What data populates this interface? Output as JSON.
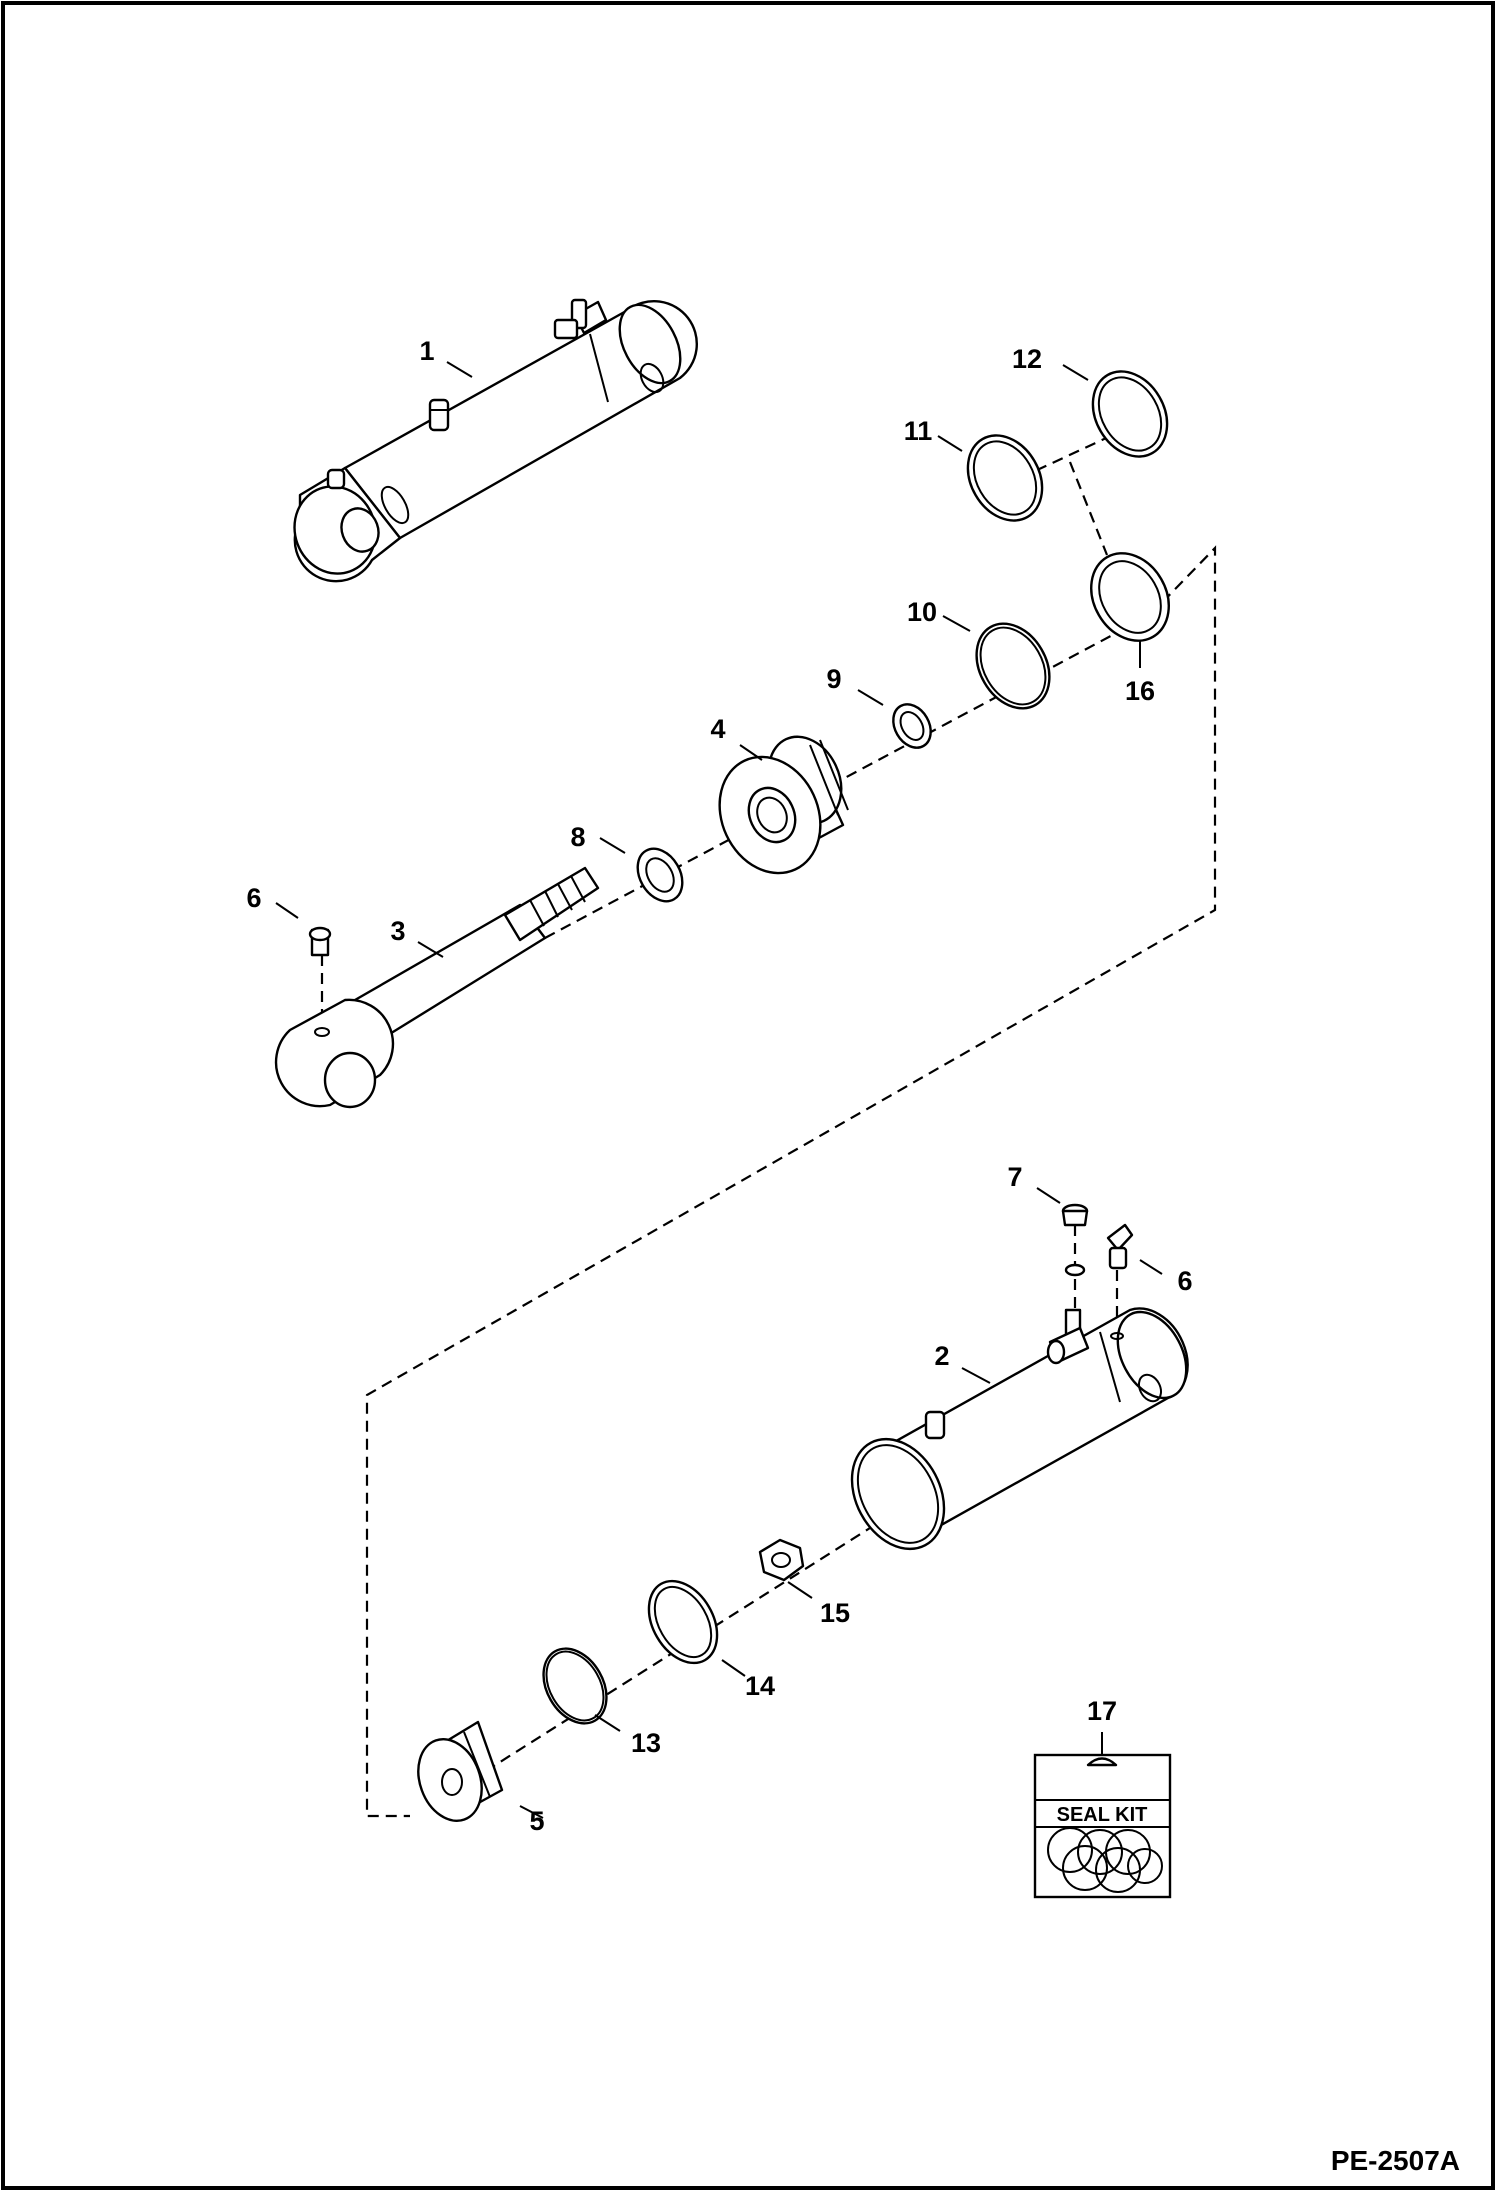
{
  "diagram": {
    "ref_code": "PE-2507A",
    "seal_kit_label": "SEAL KIT",
    "callouts": [
      "1",
      "2",
      "3",
      "4",
      "5",
      "6",
      "6",
      "7",
      "8",
      "9",
      "10",
      "11",
      "12",
      "13",
      "14",
      "15",
      "16",
      "17"
    ]
  }
}
